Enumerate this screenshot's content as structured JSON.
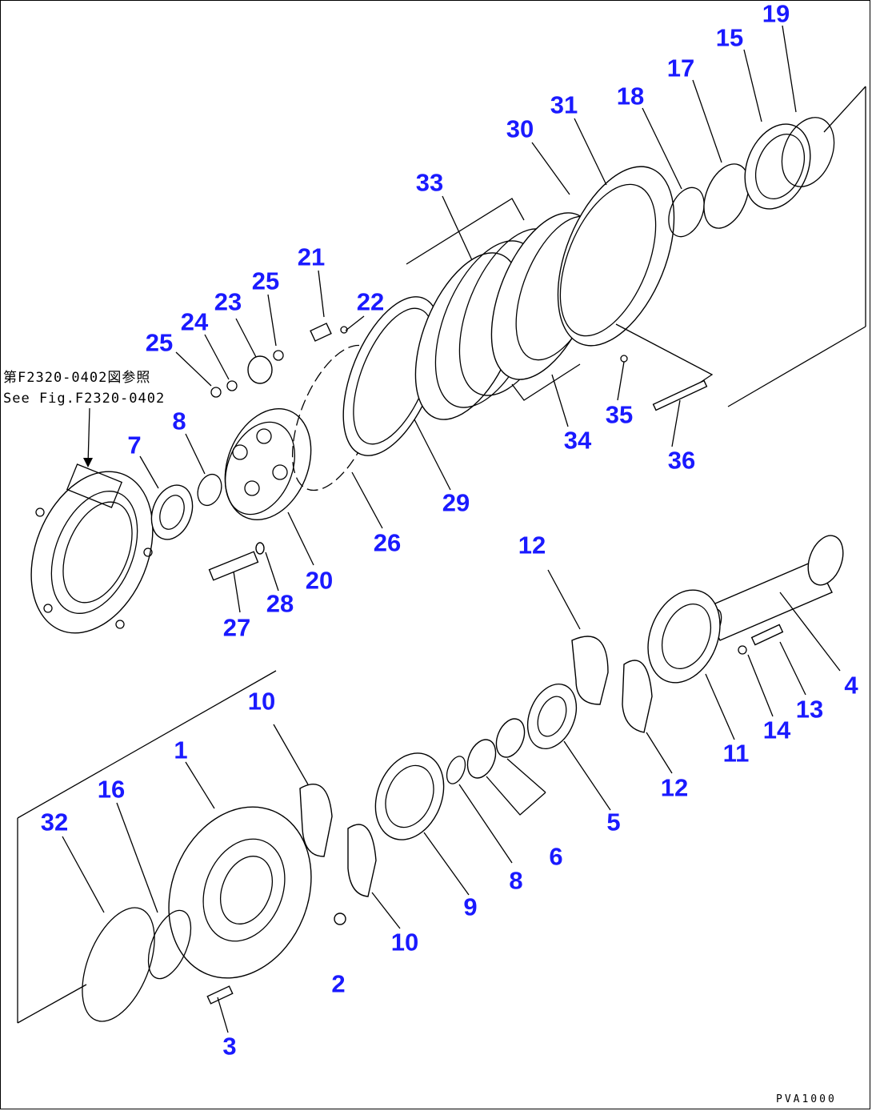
{
  "reference_note": {
    "line1": "第F2320-0402図参照",
    "line2": "See Fig.F2320-0402"
  },
  "figure_id": "PVA1000",
  "callout_color": "#1a1aff",
  "callouts": [
    {
      "id": "c19",
      "label": "19"
    },
    {
      "id": "c15",
      "label": "15"
    },
    {
      "id": "c17",
      "label": "17"
    },
    {
      "id": "c18",
      "label": "18"
    },
    {
      "id": "c31",
      "label": "31"
    },
    {
      "id": "c30",
      "label": "30"
    },
    {
      "id": "c33",
      "label": "33"
    },
    {
      "id": "c21",
      "label": "21"
    },
    {
      "id": "c22",
      "label": "22"
    },
    {
      "id": "c25a",
      "label": "25"
    },
    {
      "id": "c23",
      "label": "23"
    },
    {
      "id": "c24",
      "label": "24"
    },
    {
      "id": "c25b",
      "label": "25"
    },
    {
      "id": "c8a",
      "label": "8"
    },
    {
      "id": "c7",
      "label": "7"
    },
    {
      "id": "c35",
      "label": "35"
    },
    {
      "id": "c34",
      "label": "34"
    },
    {
      "id": "c36",
      "label": "36"
    },
    {
      "id": "c29",
      "label": "29"
    },
    {
      "id": "c26",
      "label": "26"
    },
    {
      "id": "c20",
      "label": "20"
    },
    {
      "id": "c28",
      "label": "28"
    },
    {
      "id": "c27",
      "label": "27"
    },
    {
      "id": "c12a",
      "label": "12"
    },
    {
      "id": "c4",
      "label": "4"
    },
    {
      "id": "c13",
      "label": "13"
    },
    {
      "id": "c14",
      "label": "14"
    },
    {
      "id": "c11",
      "label": "11"
    },
    {
      "id": "c12b",
      "label": "12"
    },
    {
      "id": "c5",
      "label": "5"
    },
    {
      "id": "c6",
      "label": "6"
    },
    {
      "id": "c8b",
      "label": "8"
    },
    {
      "id": "c9",
      "label": "9"
    },
    {
      "id": "c10a",
      "label": "10"
    },
    {
      "id": "c10b",
      "label": "10"
    },
    {
      "id": "c1",
      "label": "1"
    },
    {
      "id": "c16",
      "label": "16"
    },
    {
      "id": "c32",
      "label": "32"
    },
    {
      "id": "c2",
      "label": "2"
    },
    {
      "id": "c3",
      "label": "3"
    }
  ]
}
